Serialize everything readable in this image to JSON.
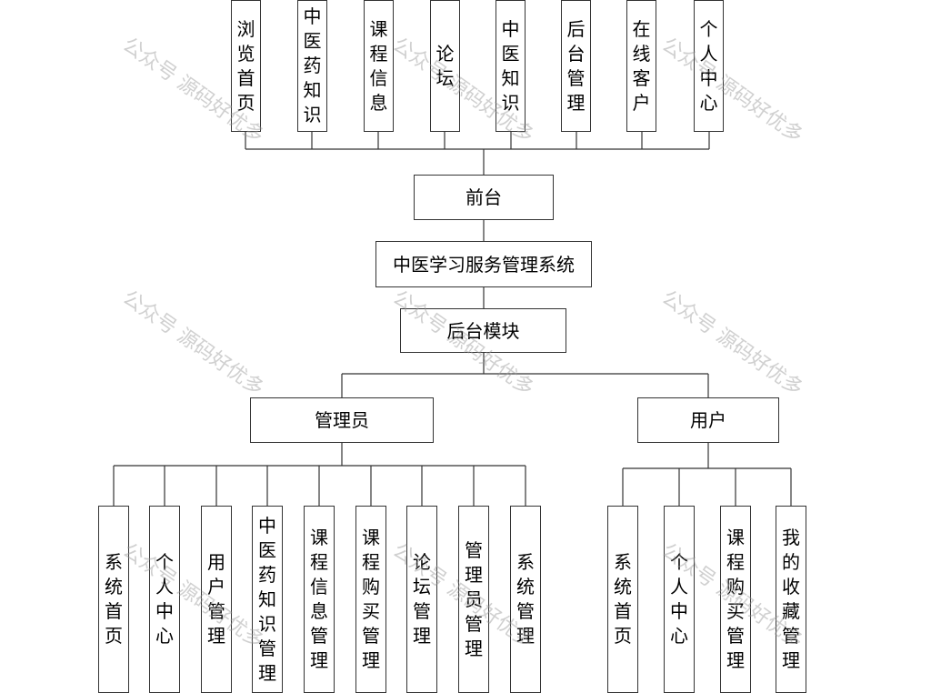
{
  "watermark": "公众号 源码好优多",
  "root": {
    "label": "中医学习服务管理系统"
  },
  "frontend": {
    "label": "前台",
    "children": [
      "浏览首页",
      "中医药知识",
      "课程信息",
      "论坛",
      "中医知识",
      "后台管理",
      "在线客户",
      "个人中心"
    ]
  },
  "backend": {
    "label": "后台模块",
    "admin": {
      "label": "管理员",
      "children": [
        "系统首页",
        "个人中心",
        "用户管理",
        "中医药知识管理",
        "课程信息管理",
        "课程购买管理",
        "论坛管理",
        "管理员管理",
        "系统管理"
      ]
    },
    "user": {
      "label": "用户",
      "children": [
        "系统首页",
        "个人中心",
        "课程购买管理",
        "我的收藏管理"
      ]
    }
  }
}
